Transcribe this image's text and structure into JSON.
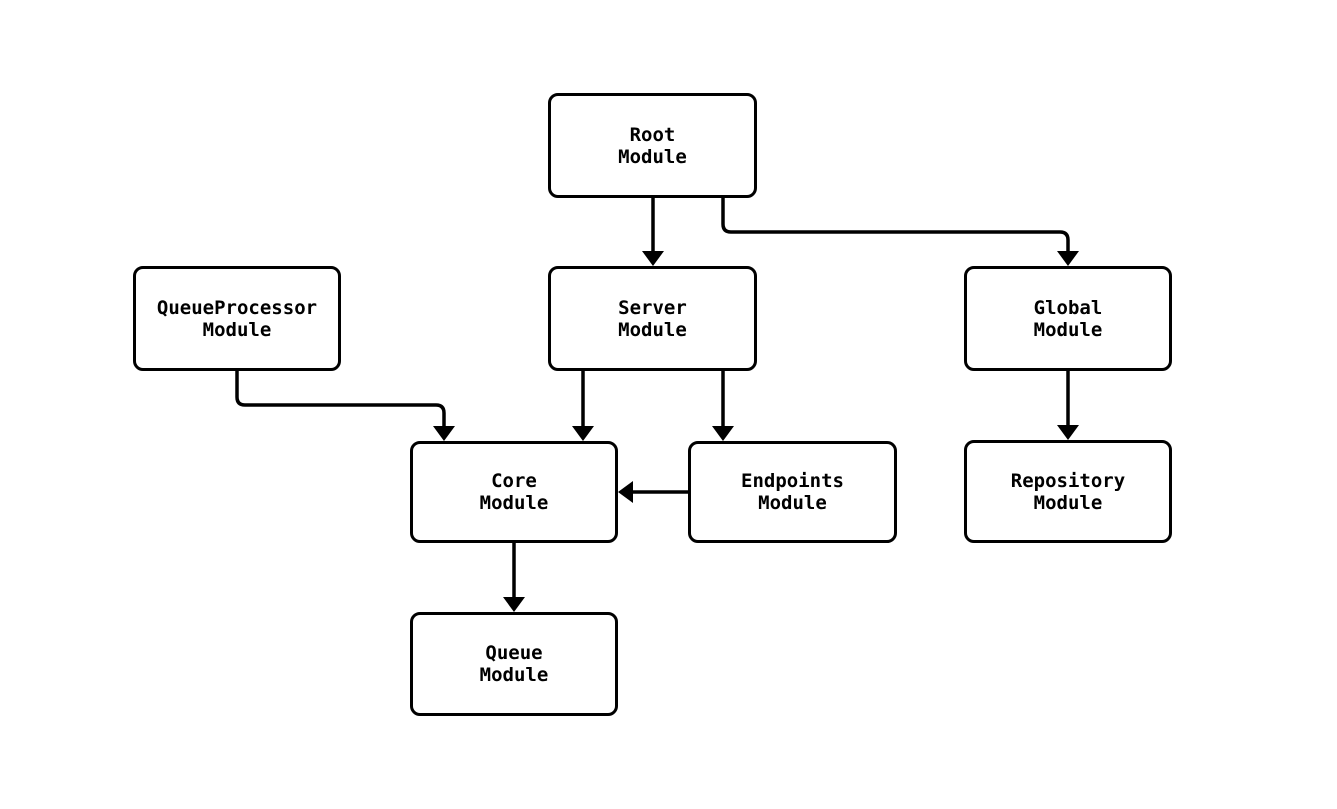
{
  "diagram": {
    "type": "module-dependency-flowchart",
    "colors": {
      "background": "#ffffff",
      "node_fill": "#ffffff",
      "node_border": "#000000",
      "edge": "#000000",
      "text": "#000000"
    },
    "nodes": [
      {
        "id": "root",
        "line1": "Root",
        "line2": "Module"
      },
      {
        "id": "queueprocessor",
        "line1": "QueueProcessor",
        "line2": "Module"
      },
      {
        "id": "server",
        "line1": "Server",
        "line2": "Module"
      },
      {
        "id": "global",
        "line1": "Global",
        "line2": "Module"
      },
      {
        "id": "core",
        "line1": "Core",
        "line2": "Module"
      },
      {
        "id": "endpoints",
        "line1": "Endpoints",
        "line2": "Module"
      },
      {
        "id": "repository",
        "line1": "Repository",
        "line2": "Module"
      },
      {
        "id": "queue",
        "line1": "Queue",
        "line2": "Module"
      }
    ],
    "edges": [
      {
        "from": "Root Module",
        "to": "Server Module"
      },
      {
        "from": "Root Module",
        "to": "Global Module"
      },
      {
        "from": "QueueProcessor Module",
        "to": "Core Module"
      },
      {
        "from": "Server Module",
        "to": "Core Module"
      },
      {
        "from": "Server Module",
        "to": "Endpoints Module"
      },
      {
        "from": "Endpoints Module",
        "to": "Core Module"
      },
      {
        "from": "Global Module",
        "to": "Repository Module"
      },
      {
        "from": "Core Module",
        "to": "Queue Module"
      }
    ]
  }
}
